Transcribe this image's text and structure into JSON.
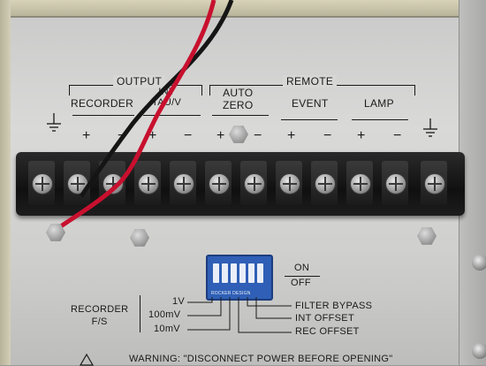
{
  "panel": {
    "output_label": "OUTPUT",
    "remote_label": "REMOTE",
    "recorder_label": "RECORDER",
    "int_tau_label": "INT\nTAU/V",
    "auto_zero_label": "AUTO\nZERO",
    "event_label": "EVENT",
    "lamp_label": "LAMP",
    "plus": "+",
    "minus": "−"
  },
  "switch_block": {
    "dip_imprint": "ROCKER DESIGN",
    "on_label": "ON",
    "off_label": "OFF",
    "recorder_fs_label": "RECORDER\nF/S",
    "range_1v": "1V",
    "range_100mv": "100mV",
    "range_10mv": "10mV",
    "filter_bypass": "FILTER BYPASS",
    "int_offset": "INT OFFSET",
    "rec_offset": "REC OFFSET"
  },
  "warning": {
    "text": "WARNING: \"DISCONNECT POWER BEFORE OPENING\""
  },
  "colors": {
    "wire_red": "#c8102e",
    "wire_black": "#151515",
    "dip_blue": "#2f5fb6"
  },
  "icons": {
    "ground_left": "ground-icon",
    "ground_right": "ground-icon",
    "warning": "warning-triangle-icon"
  }
}
